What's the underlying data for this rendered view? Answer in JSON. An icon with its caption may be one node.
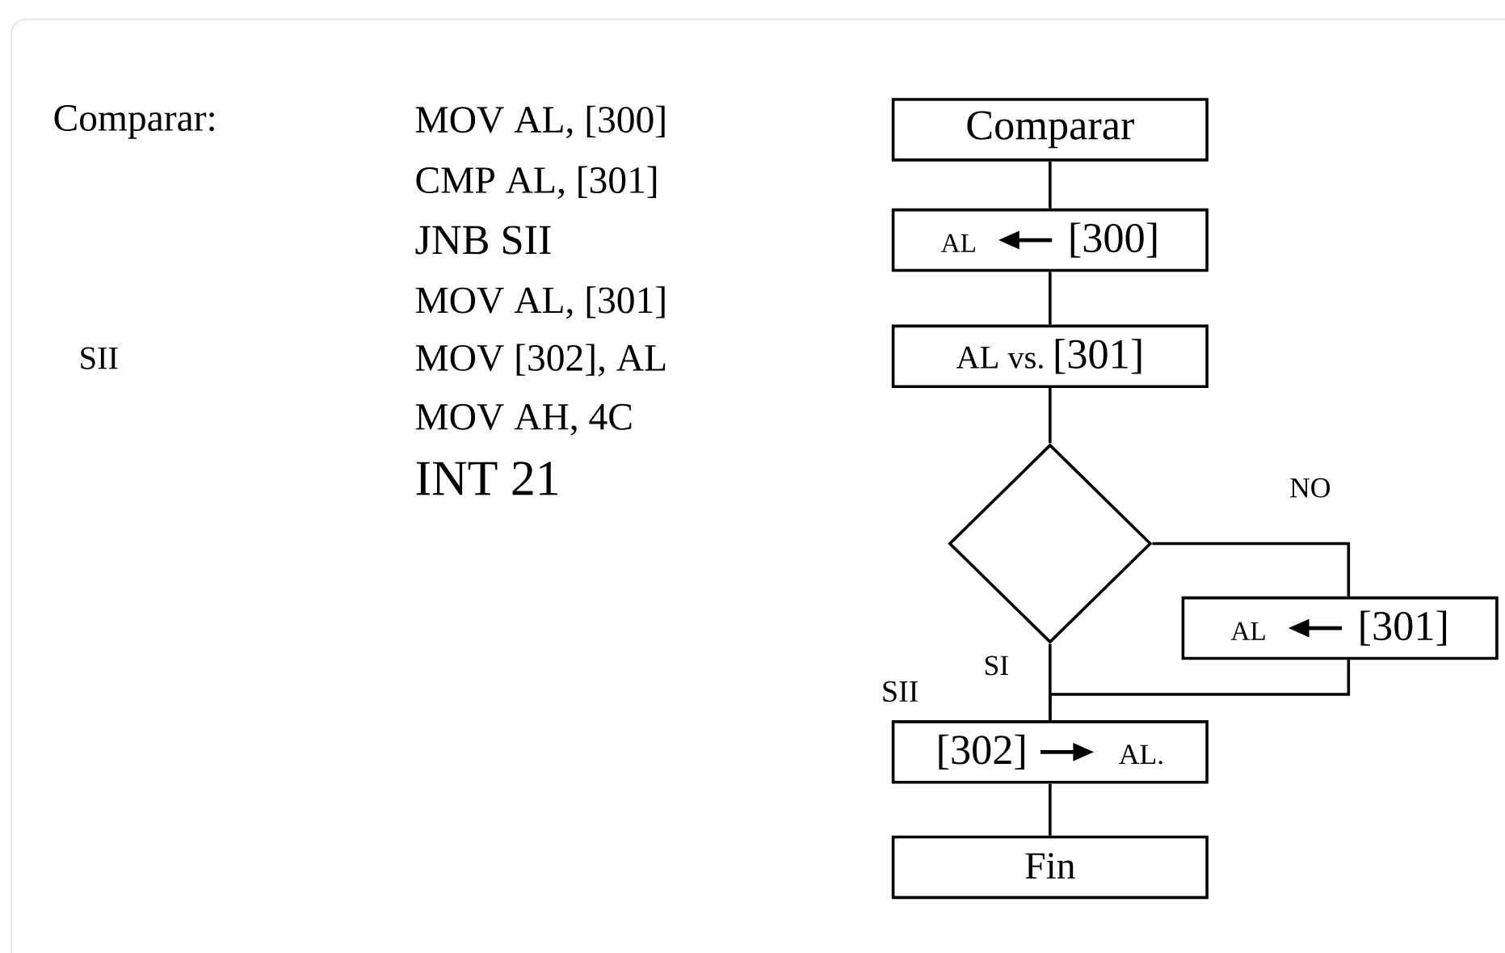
{
  "diagram": {
    "nodes": [
      {
        "text": [
          "Comparar"
        ]
      },
      {
        "text": [
          "AL",
          "[300]"
        ]
      },
      {
        "text": [
          "AL vs.",
          "[301]"
        ]
      },
      {
        "text": [],
        "shape": "diamond"
      },
      {
        "text": [
          "AL",
          "[301]"
        ]
      },
      {
        "text": [
          "[302]",
          "AL."
        ]
      },
      {
        "text": [
          "Fin"
        ]
      }
    ],
    "edges": [
      {
        "from": 0,
        "to": 1,
        "arrow": "none"
      },
      {
        "from": 1,
        "to": 2,
        "arrow": "none"
      },
      {
        "from": 2,
        "to": 3,
        "arrow": "none"
      },
      {
        "from": 3,
        "to": 4,
        "arrow": "none",
        "label": "NO"
      },
      {
        "from": 3,
        "to": 5,
        "arrow": "none",
        "label": "SI"
      },
      {
        "from": 4,
        "to": 5,
        "arrow": "none"
      },
      {
        "from": 5,
        "to": 6,
        "arrow": "none"
      }
    ],
    "labels": [
      "Comparar:",
      "MOV AL, [300]",
      "CMP AL, [301]",
      "JNB SII",
      "MOV AL, [301]",
      "SII",
      "MOV [302], AL",
      "MOV AH, 4C",
      "INT 21",
      "SII"
    ]
  }
}
